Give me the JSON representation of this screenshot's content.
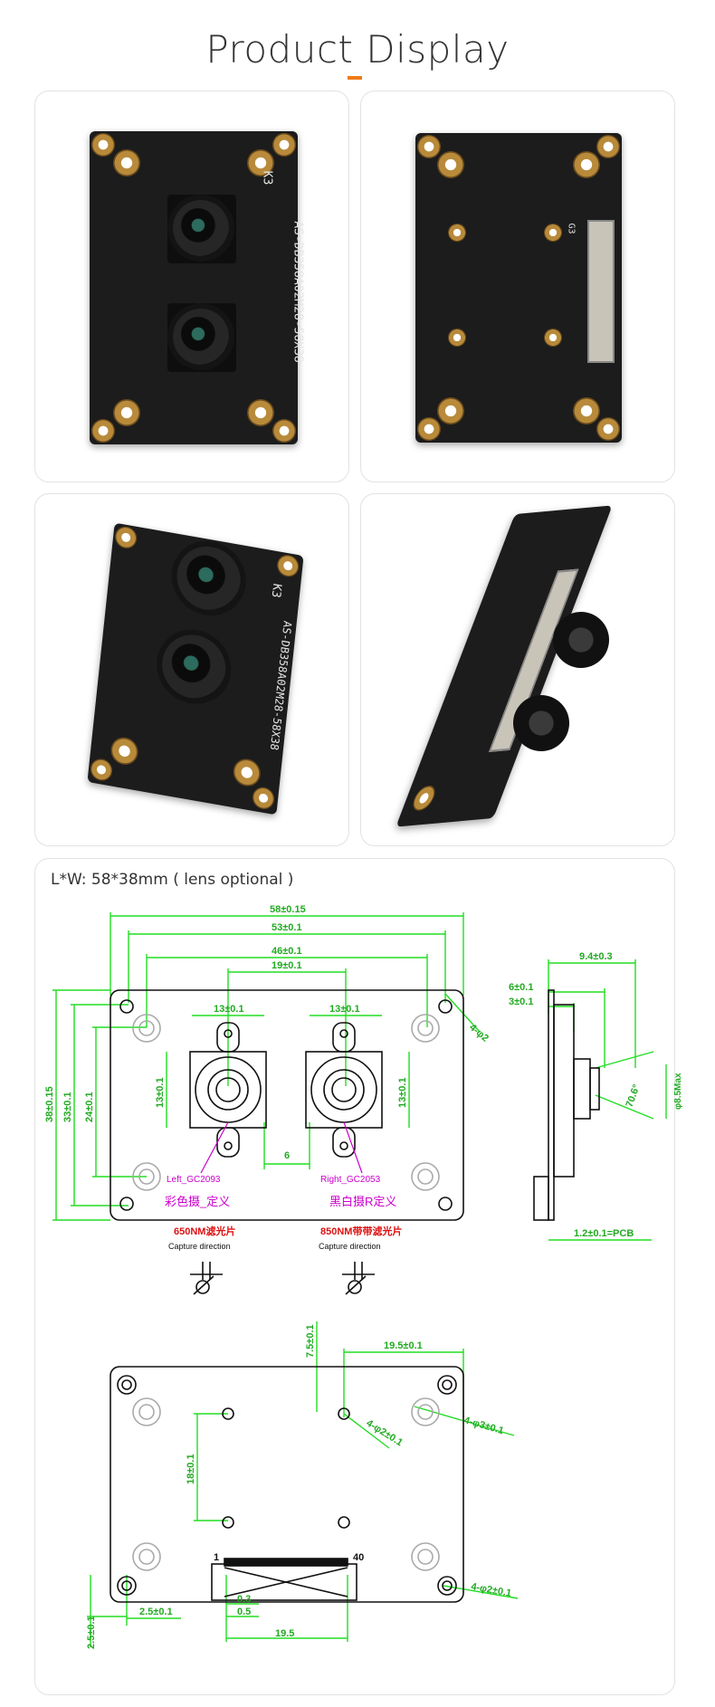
{
  "header": {
    "title": "Product Display"
  },
  "photos": {
    "front": {
      "silk_model": "AS-DB358A02M28-58X38",
      "silk_rev": "K3"
    },
    "back": {
      "silk_mark": "G3"
    },
    "angled": {
      "silk_model": "AS-DB358A02M28-58X38",
      "silk_rev": "K3"
    }
  },
  "dimensions": {
    "size_label": "L*W:  58*38mm  ( lens optional )",
    "top_view": {
      "overall_width": "58±0.15",
      "hole_span_outer": "53±0.1",
      "hole_span_inner": "46±0.1",
      "lens_spacing": "19±0.1",
      "left_mount": "13±0.1",
      "right_mount": "13±0.1",
      "overall_height": "38±0.15",
      "hole_height_outer": "33±0.1",
      "hole_height_inner": "24±0.1",
      "mount_height_left": "13±0.1",
      "mount_height_right": "13±0.1",
      "gap": "6",
      "corner_hole": "4-φ2",
      "left_sensor": "Left_GC2093",
      "right_sensor": "Right_GC2053",
      "left_desc": "彩色摄_定义",
      "right_desc": "黑白摄R定义",
      "left_filter": "650NM滤光片",
      "right_filter": "850NM带带滤光片",
      "capture_left": "Capture direction",
      "capture_right": "Capture direction"
    },
    "side_view": {
      "lens_depth": "9.4±0.3",
      "mount_depth": "6±0.1",
      "board_offset": "3±0.1",
      "view_angle": "70.6°",
      "lens_dia": "φ8.5Max",
      "pcb_thickness": "1.2±0.1=PCB"
    },
    "bottom_view": {
      "top_offset": "7.5±0.1",
      "hole_span": "19.5±0.1",
      "hole_vertical": "18±0.1",
      "screw_holes": "4-φ2±0.1",
      "corner_holes_top": "4-φ3±0.1",
      "corner_holes_bottom": "4-φ2±0.1",
      "pin_first": "1",
      "pin_last": "40",
      "left_offset": "2.5±0.1",
      "bottom_offset": "2.5±0.1",
      "pin_pitch_a": "0.3",
      "pin_pitch_b": "0.5",
      "connector_width": "19.5"
    }
  }
}
